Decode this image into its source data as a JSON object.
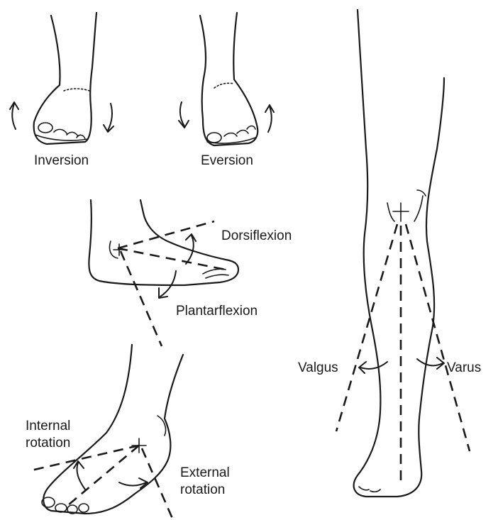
{
  "labels": {
    "inversion": "Inversion",
    "eversion": "Eversion",
    "dorsiflexion": "Dorsiflexion",
    "plantarflexion": "Plantarflexion",
    "valgus": "Valgus",
    "varus": "Varus",
    "internal_rotation_line1": "Internal",
    "internal_rotation_line2": "rotation",
    "external_rotation_line1": "External",
    "external_rotation_line2": "rotation"
  },
  "colors": {
    "ink": "#1a1a1a",
    "background": "#ffffff"
  }
}
